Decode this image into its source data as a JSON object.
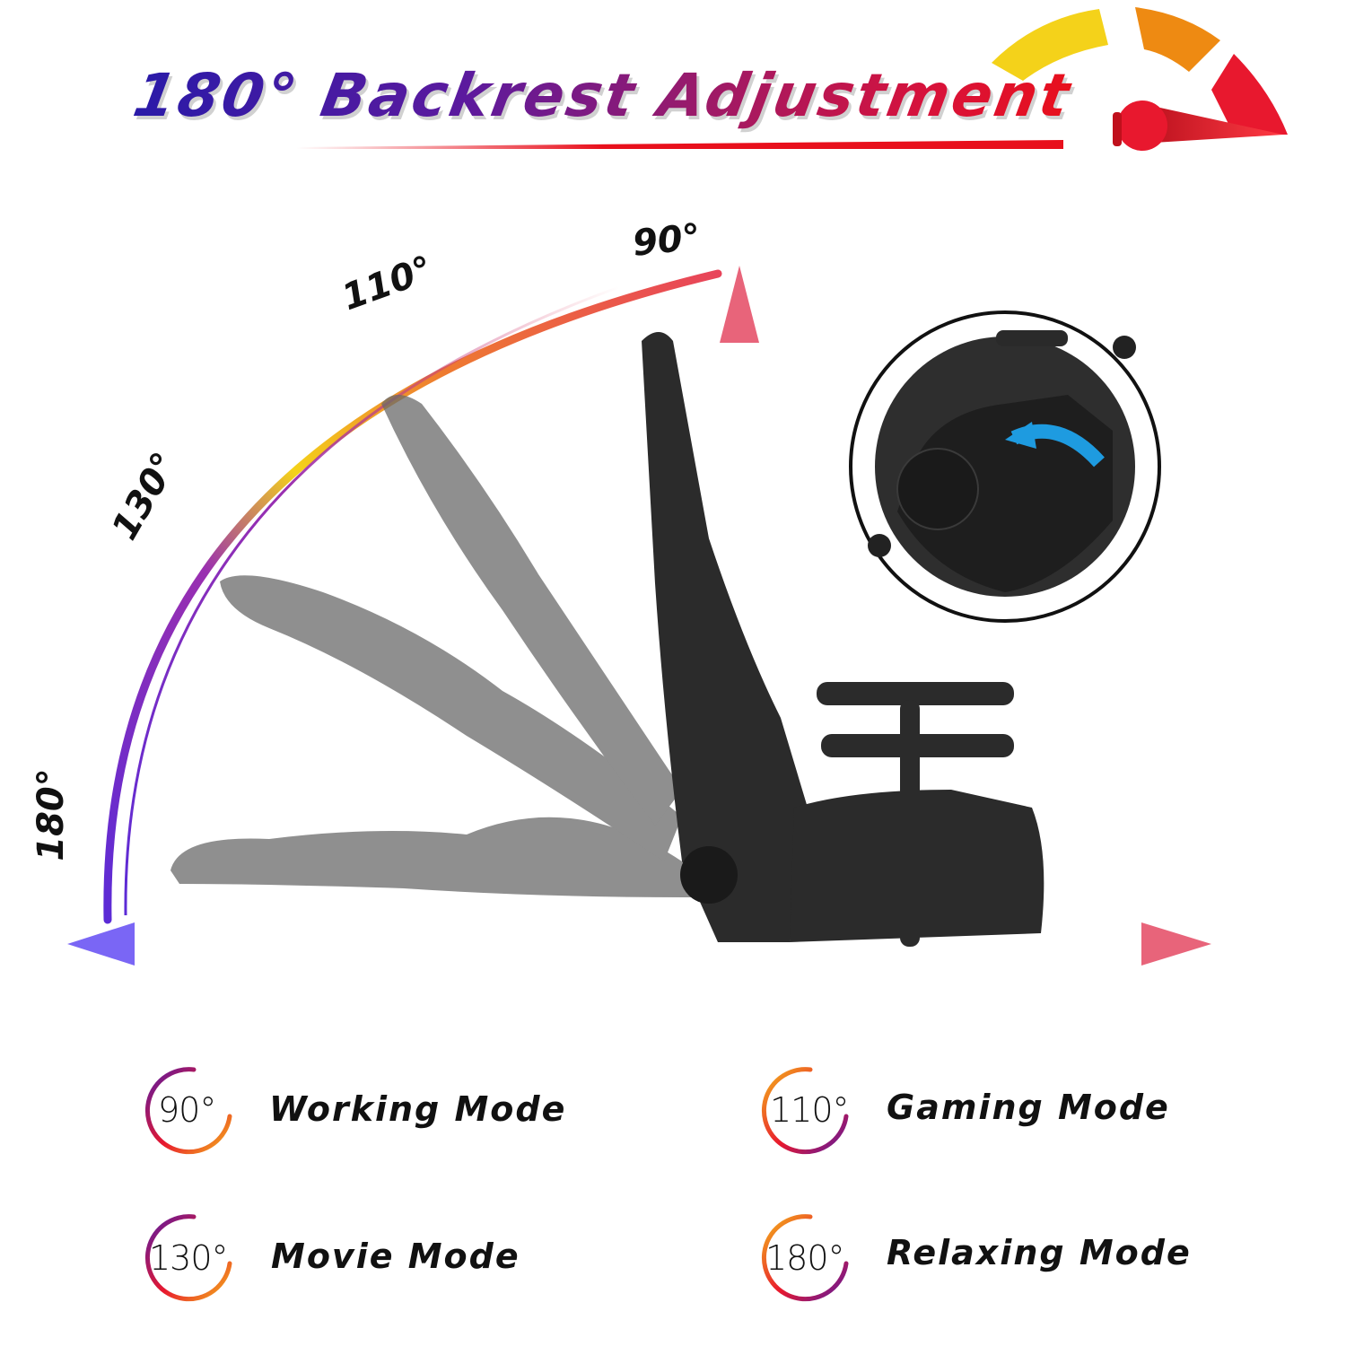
{
  "header": {
    "title": "180° Backrest Adjustment",
    "gauge_icon": "speedometer-gauge-icon",
    "gauge_colors": [
      "#f4d21a",
      "#ee8a12",
      "#e8182e"
    ]
  },
  "diagram": {
    "angle_labels": [
      {
        "label": "90°",
        "angle": 90
      },
      {
        "label": "110°",
        "angle": 110
      },
      {
        "label": "130°",
        "angle": 130
      },
      {
        "label": "180°",
        "angle": 180
      }
    ],
    "arc_colors": {
      "start": "#5b2bd6",
      "mid": "#f4d21a",
      "end": "#e8445a"
    },
    "axis_colors": {
      "left": "#7a66f5",
      "right": "#e8647a",
      "up": "#e8647a",
      "down": "#7a66f5"
    },
    "inset_icon": "recline-lever-detail",
    "inset_arrow_color": "#1e9be0"
  },
  "modes": [
    {
      "degree": "90°",
      "label": "Working Mode"
    },
    {
      "degree": "110°",
      "label": "Gaming Mode"
    },
    {
      "degree": "130°",
      "label": "Movie Mode"
    },
    {
      "degree": "180°",
      "label": "Relaxing Mode"
    }
  ]
}
